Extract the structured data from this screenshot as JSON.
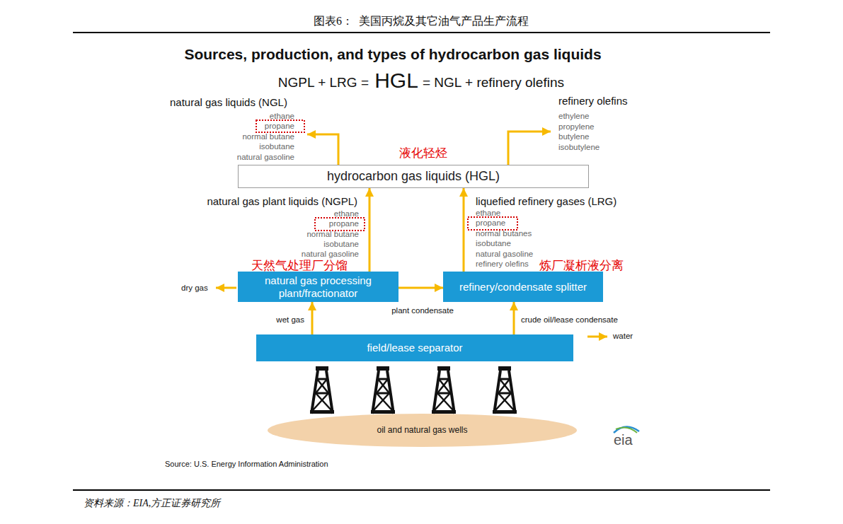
{
  "diagram": {
    "title": "图表6：  美国丙烷及其它油气产品生产流程",
    "caption": "资料来源：EIA,方正证券研究所",
    "nodes": [
      {
        "text": [
          "hydrocarbon gas liquids (HGL)"
        ]
      },
      {
        "text": [
          "natural gas processing plant/fractionator"
        ]
      },
      {
        "text": [
          "refinery/condensate splitter"
        ]
      },
      {
        "text": [
          "field/lease separator"
        ]
      },
      {
        "text": [
          "oil and natural gas wells"
        ]
      }
    ],
    "edges": [
      {
        "from": 1,
        "to": 0,
        "arrow": "to"
      },
      {
        "from": 2,
        "to": 0,
        "arrow": "to"
      },
      {
        "from": 1,
        "to": 2,
        "label": "plant condensate",
        "arrow": "to"
      },
      {
        "from": 3,
        "to": 1,
        "label": "wet gas",
        "arrow": "to"
      },
      {
        "from": 3,
        "to": 2,
        "label": "crude oil/lease condensate",
        "arrow": "to"
      }
    ],
    "labels": [
      "Sources, production, and types of hydrocarbon gas liquids",
      "NGPL + LRG =",
      "HGL",
      "= NGL + refinery olefins",
      "natural gas liquids (NGL)",
      "ethane",
      "propane",
      "normal butane",
      "isobutane",
      "natural gasoline",
      "refinery olefins",
      "ethylene",
      "propylene",
      "butylene",
      "isobutylene",
      "液化轻烃",
      "natural gas plant liquids (NGPL)",
      "ethane",
      "propane",
      "normal butane",
      "isobutane",
      "natural gasoline",
      "liquefied refinery gases (LRG)",
      "ethane",
      "propane",
      "normal butanes",
      "isobutane",
      "natural gasoline",
      "refinery olefins",
      "天然气处理厂分馏",
      "炼厂凝析液分离",
      "dry gas",
      "water",
      "eia",
      "Source: U.S. Energy Information Administration"
    ]
  }
}
